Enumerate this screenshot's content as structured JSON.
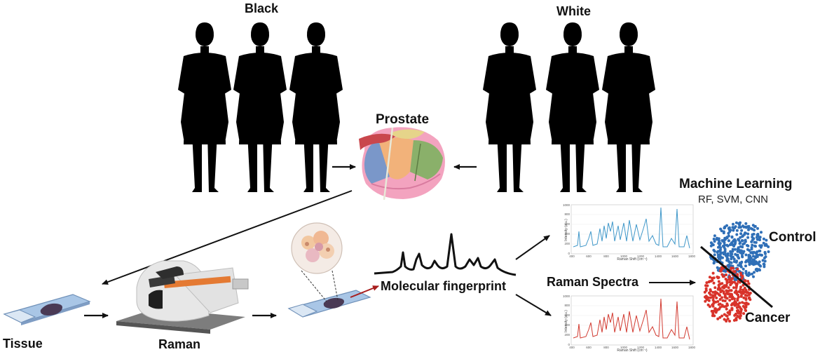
{
  "groups": {
    "black": "Black",
    "white": "White"
  },
  "organ": "Prostate",
  "steps": {
    "tissue": "Tissue",
    "raman": "Raman",
    "fingerprint": "Molecular fingerprint",
    "spectra": "Raman Spectra"
  },
  "ml": {
    "title": "Machine Learning",
    "methods": "RF, SVM, CNN",
    "class_control": "Control",
    "class_cancer": "Cancer"
  },
  "spectrum_plot": {
    "ylabel": "Intensity (a.u.)",
    "xlabel": "Raman Shift (cm⁻¹)",
    "xticks": [
      "400",
      "600",
      "800",
      "1000",
      "1200",
      "1400",
      "1600",
      "1800"
    ],
    "yticks": [
      "0",
      "200",
      "400",
      "600",
      "800",
      "1000"
    ]
  },
  "colors": {
    "black_skin": "#5a5a5a",
    "black_gown": "#a9cccf",
    "white_skin": "#ececec",
    "white_gown": "#ecc4c8",
    "control_spectrum": "#3f97c9",
    "cancer_spectrum": "#d23a30",
    "control_cluster": "#2f6fb7",
    "cancer_cluster": "#d8332a"
  }
}
